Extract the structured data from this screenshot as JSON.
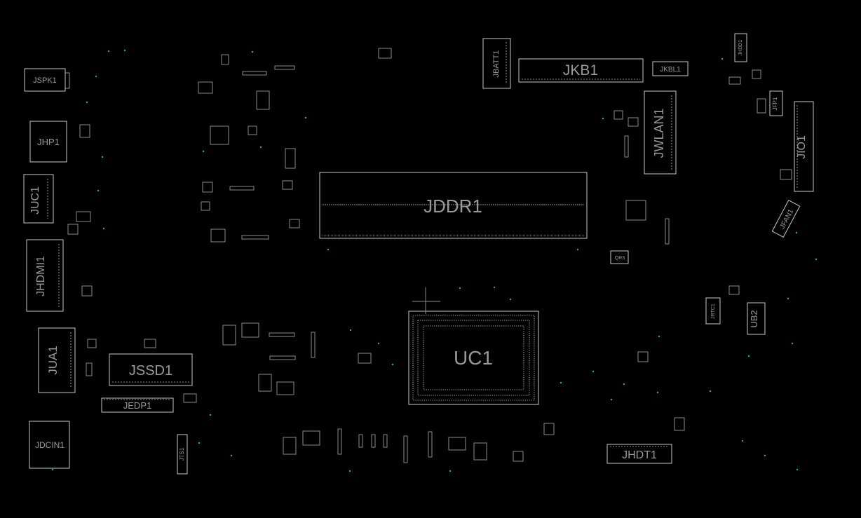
{
  "viewer": {
    "background": "#000000",
    "outline_color": "#c8c8c8",
    "label_color": "#9a9a9a",
    "via_color": "#3aa6a0"
  },
  "components": {
    "jspk1": "JSPK1",
    "jhp1": "JHP1",
    "juc1": "JUC1",
    "jhdmi1": "JHDMI1",
    "jua1": "JUA1",
    "jssd1": "JSSD1",
    "jedp1": "JEDP1",
    "jdcin1": "JDCIN1",
    "jbatt1": "JBATT1",
    "jkb1": "JKB1",
    "jkbl1": "JKBL1",
    "jwlan1": "JWLAN1",
    "jddr1": "JDDR1",
    "uc1": "UC1",
    "jhdd1": "JHDD1",
    "jfp1": "JFP1",
    "jio1": "JIO1",
    "jfan1": "JFAN1",
    "jrtc1": "JRTC1",
    "ub2": "UB2",
    "jhdt1": "JHDT1",
    "jts1": "JTS1",
    "qr3": "QR3"
  }
}
